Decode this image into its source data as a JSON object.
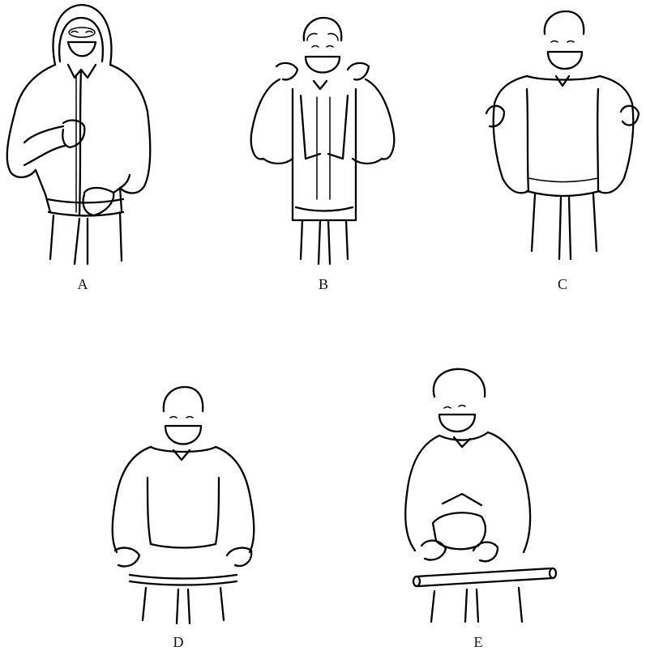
{
  "figure": {
    "panels": [
      {
        "id": "A",
        "label": "A",
        "icon": "person-zipping-hooded-jacket-icon"
      },
      {
        "id": "B",
        "label": "B",
        "icon": "person-removing-jacket-over-shoulders-icon"
      },
      {
        "id": "C",
        "label": "C",
        "icon": "person-holding-gown-by-shoulders-icon"
      },
      {
        "id": "D",
        "label": "D",
        "icon": "person-pulling-waistband-icon"
      },
      {
        "id": "E",
        "label": "E",
        "icon": "person-rolling-garment-at-waist-icon"
      }
    ],
    "colors": {
      "line": "#000000",
      "background": "#ffffff"
    }
  }
}
